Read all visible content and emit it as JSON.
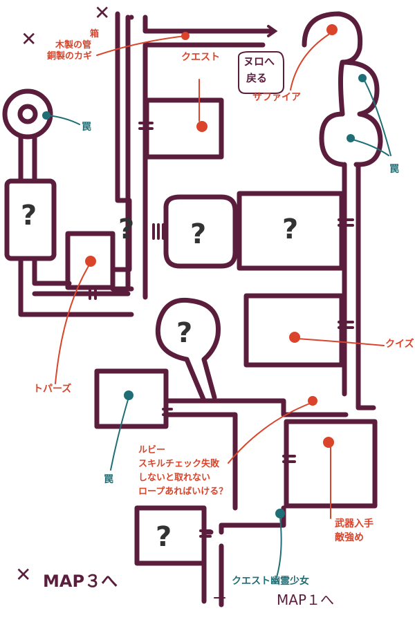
{
  "labels": {
    "box_items": "箱",
    "wood_pipe": "木製の管",
    "copper_key": "銅製のカギ",
    "quest": "クエスト",
    "back_sign_1": "ヌロへ",
    "back_sign_2": "戻る",
    "sapphire": "サファイア",
    "trap_left": "罠",
    "trap_right": "罠",
    "trap_bottom": "罠",
    "quiz": "クイズ",
    "topaz": "トパーズ",
    "ruby_1": "ルビー",
    "ruby_2": "スキルチェック失敗",
    "ruby_3": "しないと取れない",
    "ruby_4": "ロープあればいける？",
    "weapon_1": "武器入手",
    "weapon_2": "敵強め",
    "quest_ghost": "クエスト幽霊少女",
    "map3": "MAP３へ",
    "map1": "MAP１へ",
    "unknown": "?"
  },
  "colors": {
    "wall": "#5a1e3c",
    "quest_marker": "#d9442a",
    "trap_marker": "#1f6e75"
  },
  "icons": {
    "dead_end": "cross-icon",
    "arrow": "arrow-right-icon"
  }
}
